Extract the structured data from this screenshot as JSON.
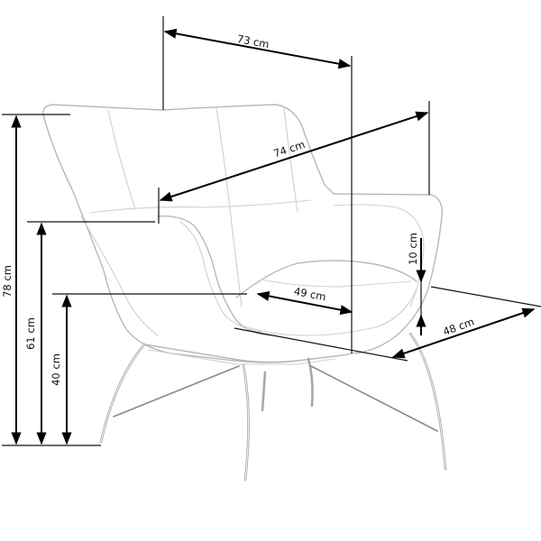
{
  "diagram": {
    "subject": "armchair",
    "unit": "cm",
    "line_color": "#000000",
    "chair_outline_color": "#b8b8b8",
    "background": "#ffffff"
  },
  "dimensions": {
    "overall_width": {
      "label": "73 cm",
      "value": 73
    },
    "diagonal_width": {
      "label": "74 cm",
      "value": 74
    },
    "overall_height": {
      "label": "78 cm",
      "value": 78
    },
    "armrest_height": {
      "label": "61 cm",
      "value": 61
    },
    "seat_height": {
      "label": "40 cm",
      "value": 40
    },
    "seat_width": {
      "label": "49 cm",
      "value": 49
    },
    "seat_depth": {
      "label": "48 cm",
      "value": 48
    },
    "seat_cushion_thickness": {
      "label": "10 cm",
      "value": 10
    }
  }
}
